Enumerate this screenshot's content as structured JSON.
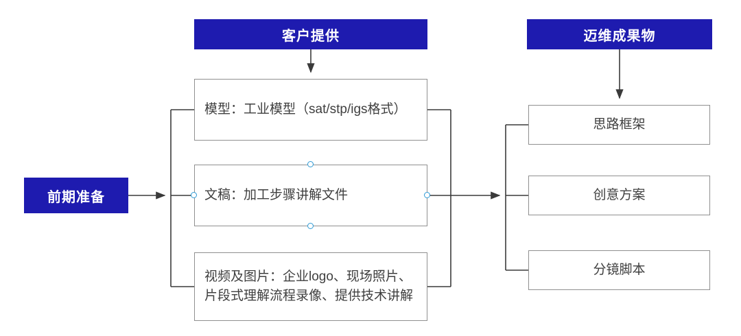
{
  "diagram": {
    "start": {
      "label": "前期准备"
    },
    "customer": {
      "header": "客户提供",
      "items": [
        "模型：工业模型（sat/stp/igs格式）",
        "文稿：加工步骤讲解文件",
        "视频及图片：企业logo、现场照片、片段式理解流程录像、提供技术讲解"
      ]
    },
    "deliverables": {
      "header": "迈维成果物",
      "items": [
        "思路框架",
        "创意方案",
        "分镜脚本"
      ]
    },
    "colors": {
      "header_bg": "#1E1BAF",
      "header_text": "#FFFFFF",
      "box_border": "#8F8F8F",
      "connector": "#3A3A3A",
      "handle_stroke": "#2E9BD6",
      "text": "#3F3F3F"
    }
  }
}
